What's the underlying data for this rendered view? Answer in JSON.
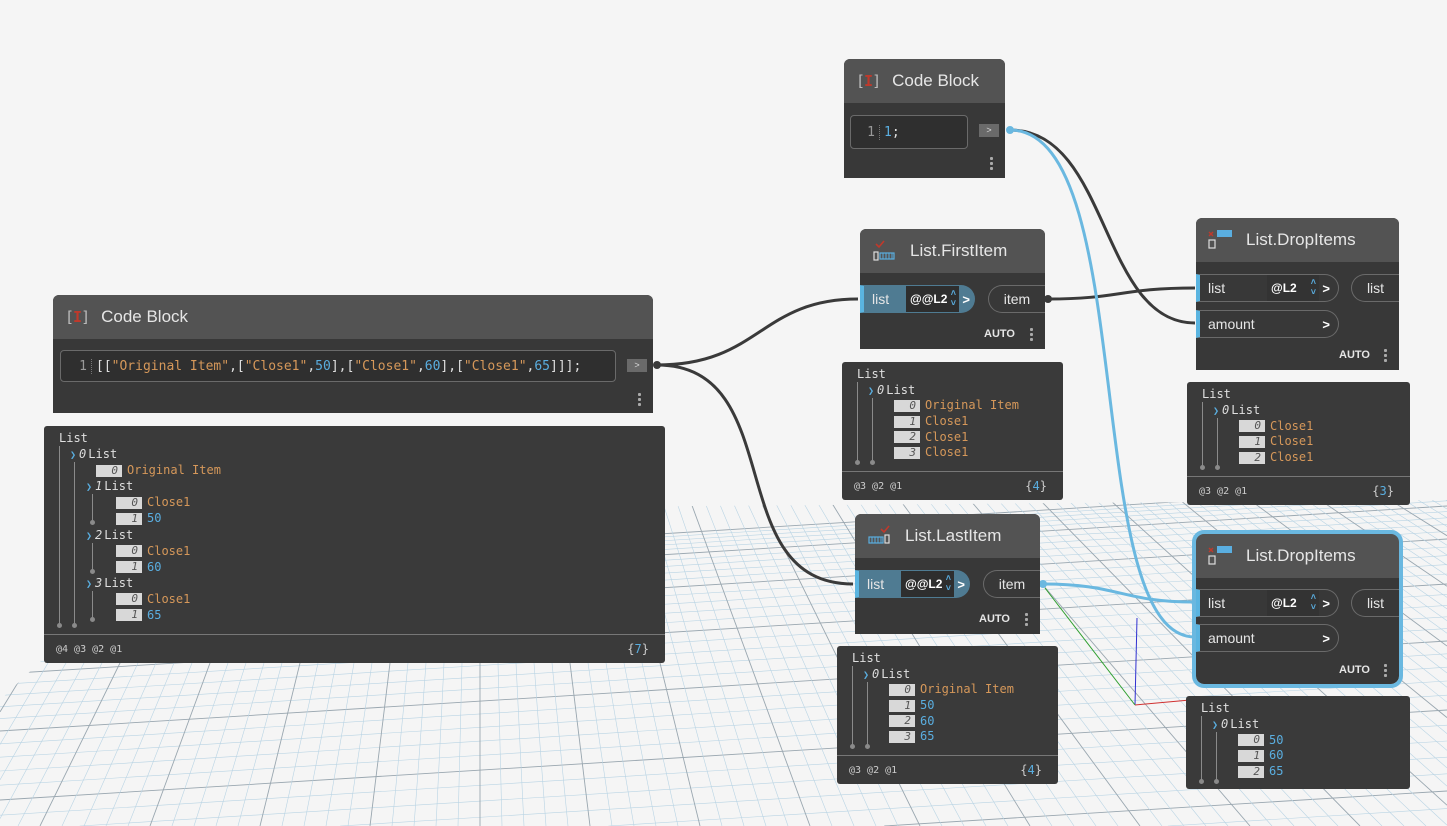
{
  "app": "Dynamo graph canvas",
  "colors": {
    "wire_selected": "#6ab8e0",
    "wire": "#3a3a3a",
    "string": "#d6985a",
    "number": "#5aaee0",
    "node_body": "#383838",
    "node_header": "#535353"
  },
  "nodes": {
    "code_block_main": {
      "title": "Code Block",
      "line_number": "1",
      "code_tokens": [
        {
          "t": "[[",
          "c": "p"
        },
        {
          "t": "\"Original Item\"",
          "c": "s"
        },
        {
          "t": ",[",
          "c": "p"
        },
        {
          "t": "\"Close1\"",
          "c": "s"
        },
        {
          "t": ",",
          "c": "p"
        },
        {
          "t": "50",
          "c": "n"
        },
        {
          "t": "],[",
          "c": "p"
        },
        {
          "t": "\"Close1\"",
          "c": "s"
        },
        {
          "t": ",",
          "c": "p"
        },
        {
          "t": "60",
          "c": "n"
        },
        {
          "t": "],[",
          "c": "p"
        },
        {
          "t": "\"Close1\"",
          "c": "s"
        },
        {
          "t": ",",
          "c": "p"
        },
        {
          "t": "65",
          "c": "n"
        },
        {
          "t": "]]];",
          "c": "p"
        }
      ],
      "output_label": ">"
    },
    "code_block_amount": {
      "title": "Code Block",
      "line_number": "1",
      "code_tokens": [
        {
          "t": "1",
          "c": "n"
        },
        {
          "t": ";",
          "c": "p"
        }
      ],
      "output_label": ">"
    },
    "first_item": {
      "title": "List.FirstItem",
      "input_label": "list",
      "lacing_level": "@@L2",
      "input_arrow": ">",
      "output_label": "item",
      "lacing": "AUTO"
    },
    "last_item": {
      "title": "List.LastItem",
      "input_label": "list",
      "lacing_level": "@@L2",
      "input_arrow": ">",
      "output_label": "item",
      "lacing": "AUTO"
    },
    "drop_items_top": {
      "title": "List.DropItems",
      "input_list_label": "list",
      "lacing_level": "@L2",
      "input_arrow": ">",
      "input_amount_label": "amount",
      "output_label": "list",
      "lacing": "AUTO"
    },
    "drop_items_bottom": {
      "title": "List.DropItems",
      "input_list_label": "list",
      "lacing_level": "@L2",
      "input_arrow": ">",
      "input_amount_label": "amount",
      "output_label": "list",
      "lacing": "AUTO",
      "selected": true
    }
  },
  "previews": {
    "code_block_main": {
      "root": "List",
      "rows": [
        {
          "kind": "list",
          "index": "0",
          "label": "List",
          "depth": 1
        },
        {
          "kind": "item",
          "index": "0",
          "value": "Original Item",
          "type": "string",
          "depth": 2
        },
        {
          "kind": "list",
          "index": "1",
          "label": "List",
          "depth": 2
        },
        {
          "kind": "item",
          "index": "0",
          "value": "Close1",
          "type": "string",
          "depth": 3
        },
        {
          "kind": "item",
          "index": "1",
          "value": "50",
          "type": "number",
          "depth": 3
        },
        {
          "kind": "list",
          "index": "2",
          "label": "List",
          "depth": 2
        },
        {
          "kind": "item",
          "index": "0",
          "value": "Close1",
          "type": "string",
          "depth": 3
        },
        {
          "kind": "item",
          "index": "1",
          "value": "60",
          "type": "number",
          "depth": 3
        },
        {
          "kind": "list",
          "index": "3",
          "label": "List",
          "depth": 2
        },
        {
          "kind": "item",
          "index": "0",
          "value": "Close1",
          "type": "string",
          "depth": 3
        },
        {
          "kind": "item",
          "index": "1",
          "value": "65",
          "type": "number",
          "depth": 3
        }
      ],
      "levels": "@4 @3 @2 @1",
      "count": "7"
    },
    "first_item": {
      "root": "List",
      "rows": [
        {
          "kind": "list",
          "index": "0",
          "label": "List",
          "depth": 1
        },
        {
          "kind": "item",
          "index": "0",
          "value": "Original Item",
          "type": "string",
          "depth": 2
        },
        {
          "kind": "item",
          "index": "1",
          "value": "Close1",
          "type": "string",
          "depth": 2
        },
        {
          "kind": "item",
          "index": "2",
          "value": "Close1",
          "type": "string",
          "depth": 2
        },
        {
          "kind": "item",
          "index": "3",
          "value": "Close1",
          "type": "string",
          "depth": 2
        }
      ],
      "levels": "@3 @2 @1",
      "count": "4"
    },
    "last_item": {
      "root": "List",
      "rows": [
        {
          "kind": "list",
          "index": "0",
          "label": "List",
          "depth": 1
        },
        {
          "kind": "item",
          "index": "0",
          "value": "Original Item",
          "type": "string",
          "depth": 2
        },
        {
          "kind": "item",
          "index": "1",
          "value": "50",
          "type": "number",
          "depth": 2
        },
        {
          "kind": "item",
          "index": "2",
          "value": "60",
          "type": "number",
          "depth": 2
        },
        {
          "kind": "item",
          "index": "3",
          "value": "65",
          "type": "number",
          "depth": 2
        }
      ],
      "levels": "@3 @2 @1",
      "count": "4"
    },
    "drop_items_top": {
      "root": "List",
      "rows": [
        {
          "kind": "list",
          "index": "0",
          "label": "List",
          "depth": 1
        },
        {
          "kind": "item",
          "index": "0",
          "value": "Close1",
          "type": "string",
          "depth": 2
        },
        {
          "kind": "item",
          "index": "1",
          "value": "Close1",
          "type": "string",
          "depth": 2
        },
        {
          "kind": "item",
          "index": "2",
          "value": "Close1",
          "type": "string",
          "depth": 2
        }
      ],
      "levels": "@3 @2 @1",
      "count": "3"
    },
    "drop_items_bottom": {
      "root": "List",
      "rows": [
        {
          "kind": "list",
          "index": "0",
          "label": "List",
          "depth": 1
        },
        {
          "kind": "item",
          "index": "0",
          "value": "50",
          "type": "number",
          "depth": 2
        },
        {
          "kind": "item",
          "index": "1",
          "value": "60",
          "type": "number",
          "depth": 2
        },
        {
          "kind": "item",
          "index": "2",
          "value": "65",
          "type": "number",
          "depth": 2
        }
      ]
    }
  }
}
